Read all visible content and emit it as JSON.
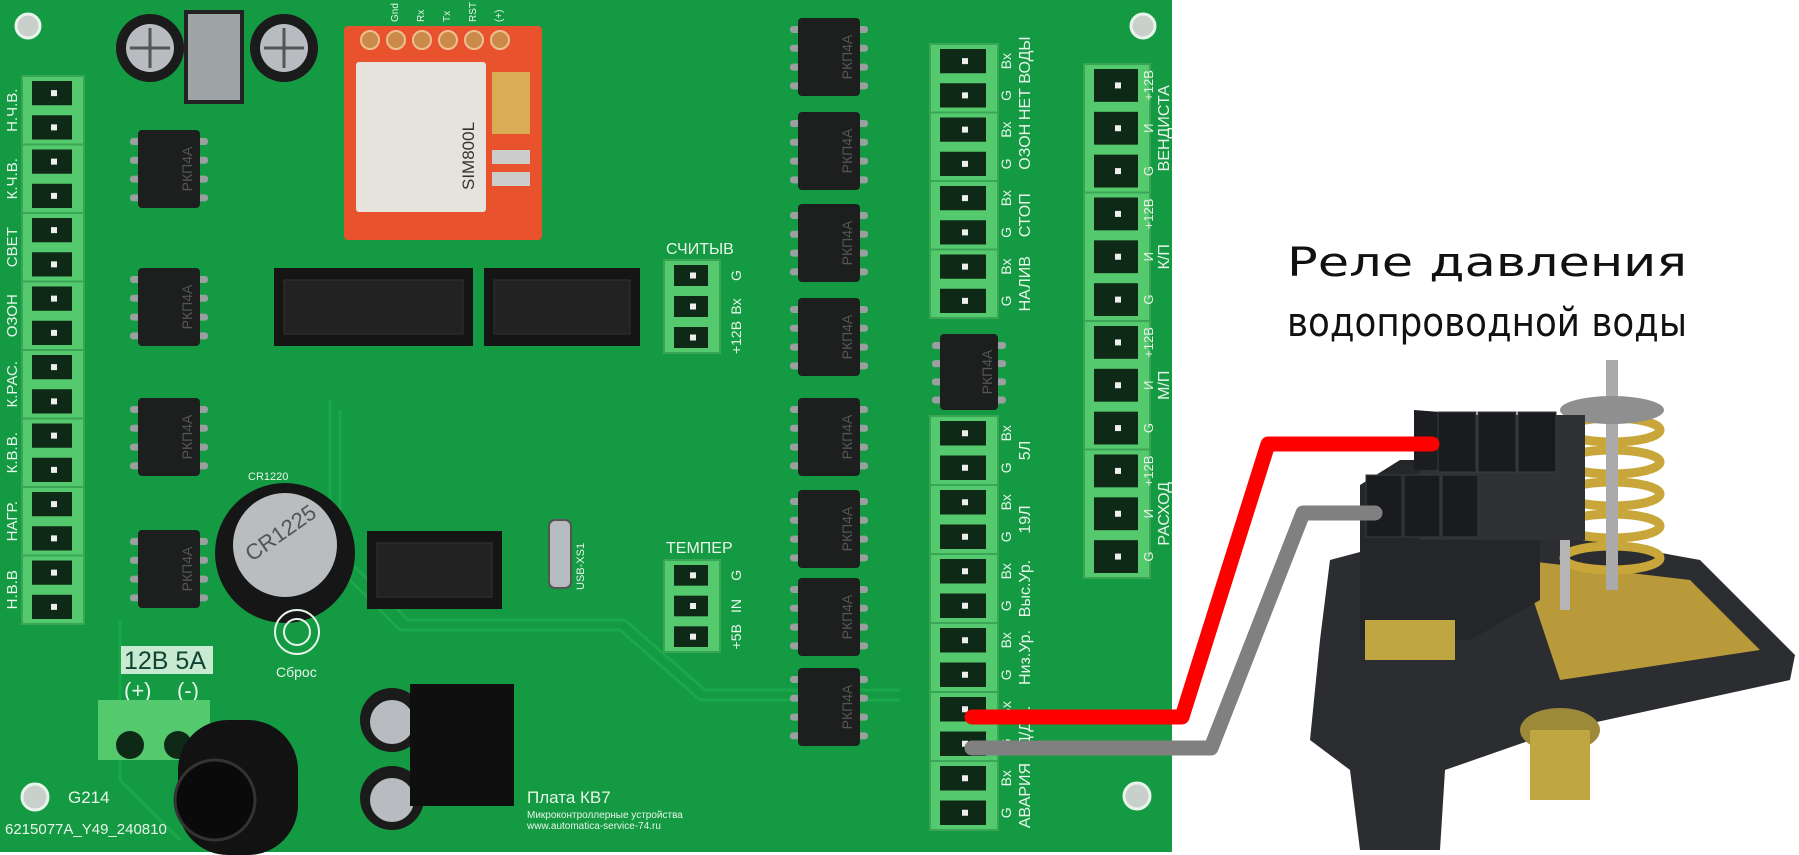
{
  "board": {
    "name": "Плата КВ7",
    "maker": "Микроконтроллерные устройства",
    "url": "www.automatica-service-74.ru",
    "code": "G214",
    "serial": "6215077A_Y49_240810",
    "power_label": "12В 5А",
    "plus": "(+)",
    "minus": "(-)",
    "reset_label": "Сброс",
    "battery": "CR1225",
    "battery_holder": "CR1220",
    "usb": "USB-XS1",
    "sim_module": "SIM800L",
    "sim_pins": [
      "Gnd",
      "Rx",
      "Tx",
      "RST",
      "(+)"
    ],
    "chip_marking": "РКП4А"
  },
  "left_terminals": [
    "Н.Ч.В.",
    "К.Ч.В.",
    "СВЕТ",
    "ОЗОН",
    "К.РАС.",
    "К.В.В.",
    "НАГР.",
    "Н.В.В"
  ],
  "inputs_top": [
    "НЕТ ВОДЫ",
    "ОЗОН",
    "СТОП",
    "НАЛИВ"
  ],
  "inputs_bottom": [
    "5Л",
    "19Л",
    "Выс.Ур.",
    "Низ.Ур.",
    "Д/ДЛ.",
    "АВАРИЯ"
  ],
  "input_pins": [
    "G",
    "Вх"
  ],
  "right_terminals": [
    "ВЕНДИСТА",
    "К/П",
    "М/П",
    "РАСХОД"
  ],
  "right_pins": [
    "G",
    "И",
    "+12В"
  ],
  "reader": {
    "label": "СЧИТЫВ",
    "pins": [
      "G",
      "Вх",
      "+12В"
    ]
  },
  "temp": {
    "label": "ТЕМПЕР",
    "pins": [
      "G",
      "IN",
      "+5В"
    ]
  },
  "annotation": {
    "line1": "Реле давления",
    "line2": "водопроводной воды"
  },
  "colors": {
    "pcb": "#149a42",
    "terminal": "#55c96d",
    "socket": "#0e2a16",
    "wire_signal": "#ff0000",
    "wire_ground": "#808080",
    "relay_body": "#2b2d30"
  }
}
